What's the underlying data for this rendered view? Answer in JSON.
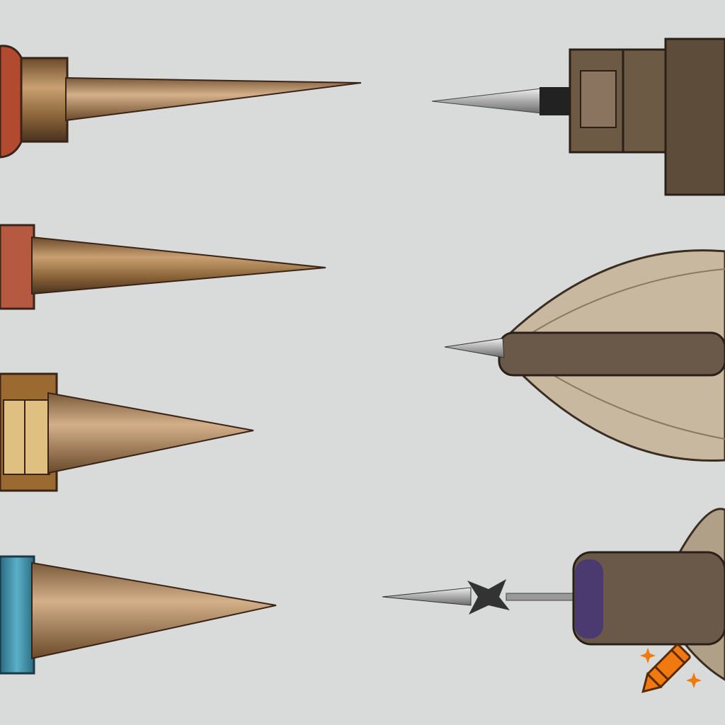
{
  "scene": {
    "background": "#d9dbdb",
    "subjects": [
      {
        "id": "left-1",
        "body_color": "#b24a30",
        "metal_color": "#a07a4a"
      },
      {
        "id": "left-2",
        "body_color": "#b55a40",
        "metal_color": "#8a6540"
      },
      {
        "id": "left-3",
        "body_color": "#9a6a30",
        "metal_color": "#a88058"
      },
      {
        "id": "left-4",
        "body_color": "#3a8aa0",
        "metal_color": "#b89468"
      },
      {
        "id": "right-1",
        "body_color": "#6d5a44",
        "metal_color": "#9a9a9a"
      },
      {
        "id": "right-2",
        "body_color": "#c8b8a0",
        "metal_color": "#5a4a3a"
      },
      {
        "id": "right-3",
        "body_color": "#6a5848",
        "metal_color": "#8a8a8a"
      }
    ],
    "watermark": {
      "icon": "crayon-icon",
      "color": "#f07a10"
    }
  }
}
